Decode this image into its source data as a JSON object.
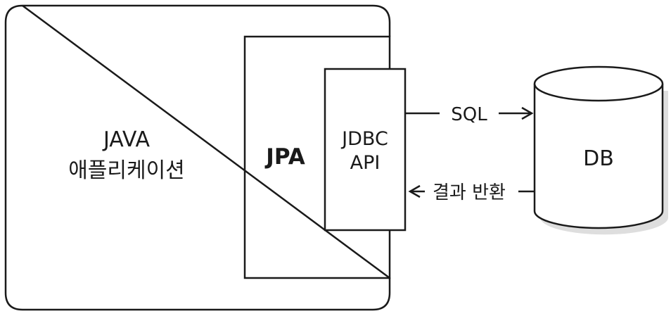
{
  "app_box": {
    "line1": "JAVA",
    "line2": "애플리케이션"
  },
  "jpa_box": {
    "label": "JPA"
  },
  "jdbc_box": {
    "line1": "JDBC",
    "line2": "API"
  },
  "arrows": {
    "request_label": "SQL",
    "response_label": "결과 반환"
  },
  "database": {
    "label": "DB"
  },
  "colors": {
    "stroke": "#1a1a1a",
    "background": "#ffffff",
    "shadow": "#c8c8c8"
  }
}
